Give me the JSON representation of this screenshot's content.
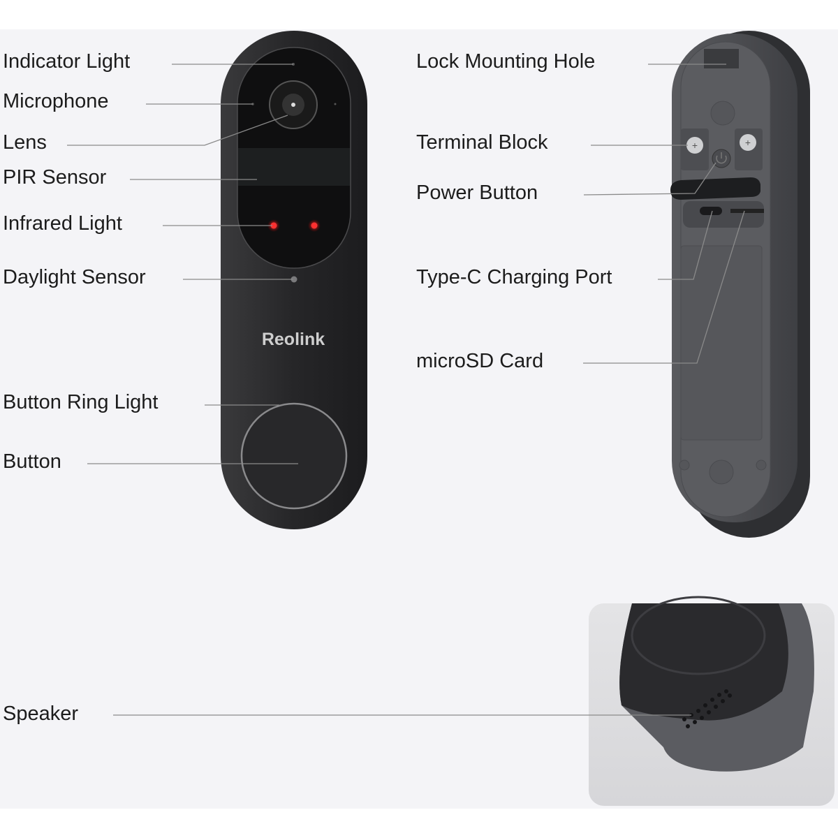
{
  "brand": {
    "logo_text": "Reolink"
  },
  "labels": {
    "indicator_light": "Indicator Light",
    "microphone": "Microphone",
    "lens": "Lens",
    "pir_sensor": "PIR Sensor",
    "infrared_light": "Infrared Light",
    "daylight_sensor": "Daylight Sensor",
    "button_ring_light": "Button Ring Light",
    "button": "Button",
    "lock_mounting_hole": "Lock Mounting Hole",
    "terminal_block": "Terminal Block",
    "power_button": "Power Button",
    "type_c_port": "Type-C Charging Port",
    "microsd_card": "microSD Card",
    "speaker": "Speaker"
  },
  "colors": {
    "background": "#f4f4f7",
    "device": "#2a2a2c",
    "ir_led": "#ff2a2a",
    "leader": "#8a8a8a"
  }
}
